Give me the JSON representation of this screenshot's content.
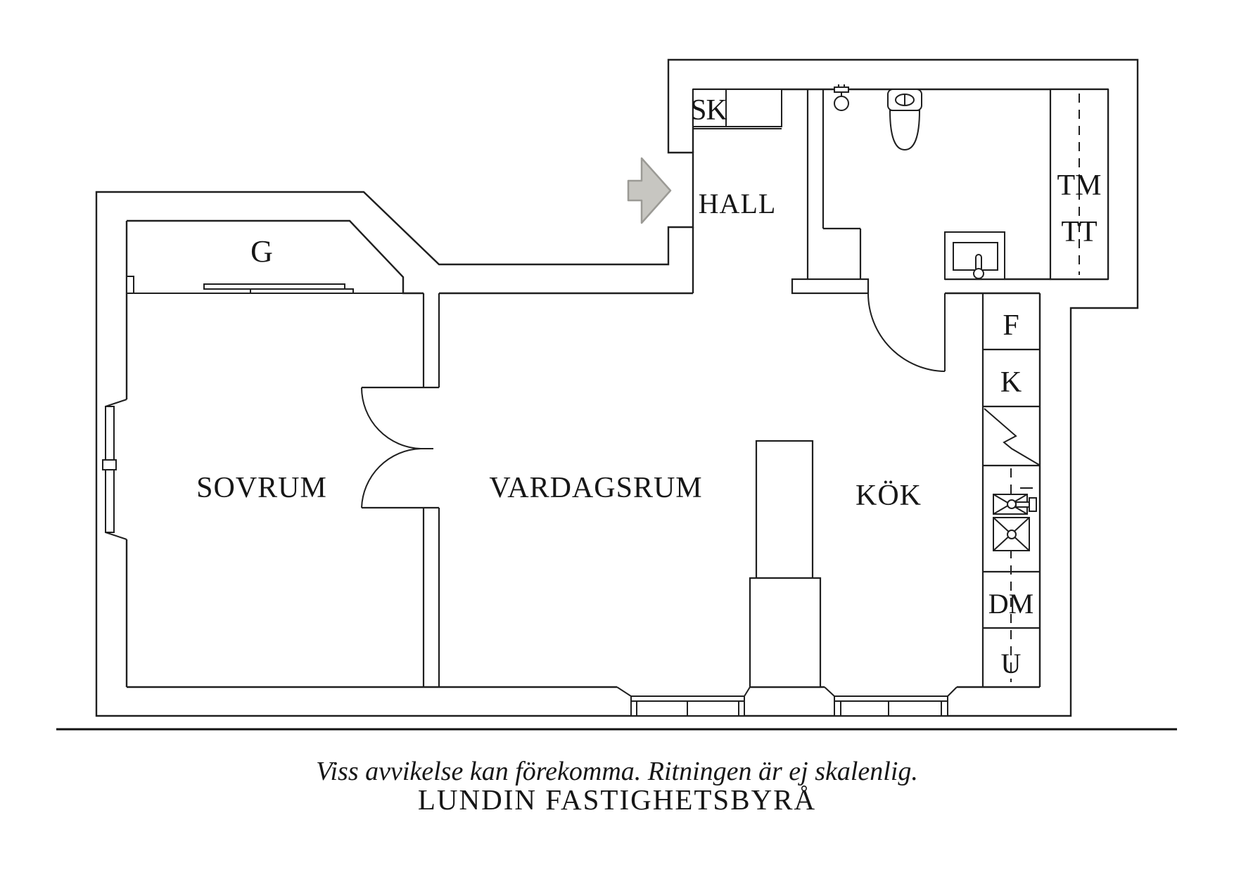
{
  "floorplan": {
    "rooms": {
      "sovrum": "SOVRUM",
      "vardagsrum": "VARDAGSRUM",
      "kok": "KÖK",
      "hall": "HALL"
    },
    "storage": {
      "g": "G",
      "sk": "SK"
    },
    "appliances": {
      "tm": "TM",
      "tt": "TT",
      "f": "F",
      "k": "K",
      "dm": "DM",
      "u": "U"
    },
    "colors": {
      "line": "#1f1f1f",
      "arrow_fill": "#c7c6c1",
      "arrow_stroke": "#9b9a95",
      "text": "#161616"
    }
  },
  "footer": {
    "disclaimer": "Viss avvikelse kan förekomma. Ritningen är ej skalenlig.",
    "company": "LUNDIN FASTIGHETSBYRÅ"
  }
}
